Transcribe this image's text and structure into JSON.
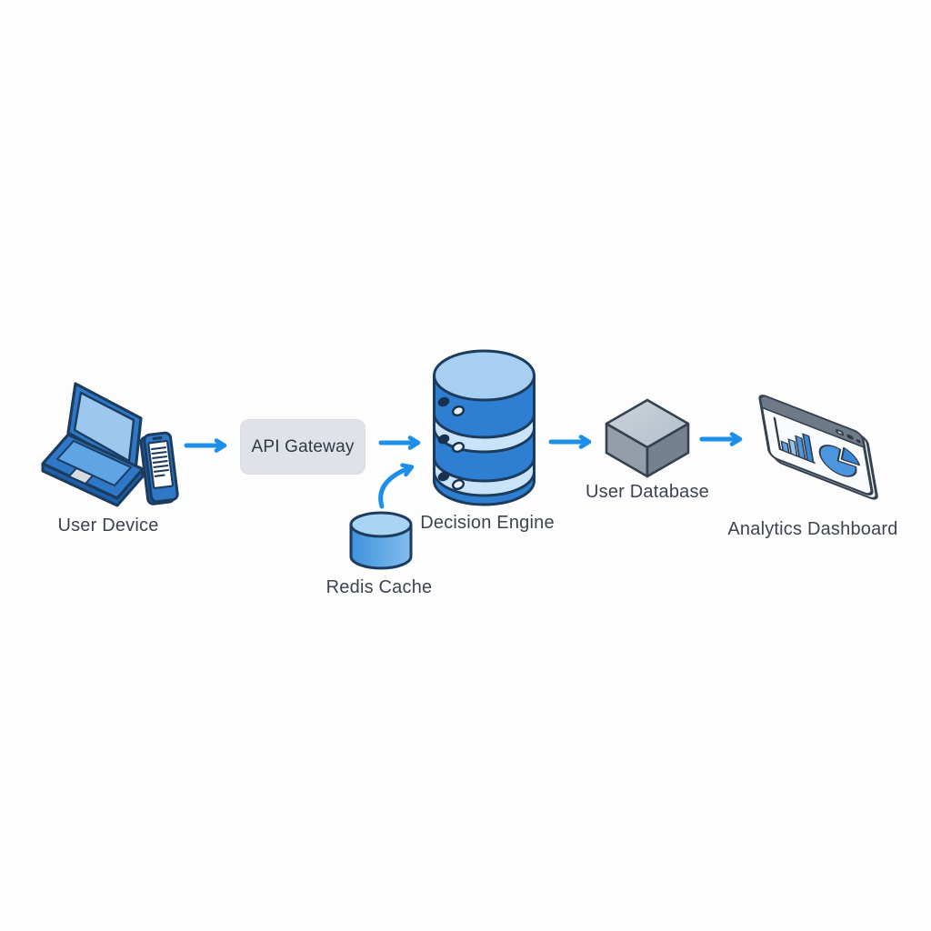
{
  "diagram": {
    "kind": "system-architecture-flow",
    "nodes": {
      "user_device": {
        "label": "User Device",
        "icon": "laptop-and-phone"
      },
      "api_gateway": {
        "label": "API Gateway",
        "shape": "rounded-gray-box"
      },
      "decision_engine": {
        "label": "Decision Engine",
        "icon": "database-stack"
      },
      "redis_cache": {
        "label": "Redis Cache",
        "icon": "small-cylinder"
      },
      "user_database": {
        "label": "User Database",
        "icon": "gray-cube"
      },
      "analytics_dashboard": {
        "label": "Analytics Dashboard",
        "icon": "browser-window-with-charts"
      }
    },
    "edges": [
      {
        "from": "User Device",
        "to": "API Gateway"
      },
      {
        "from": "API Gateway",
        "to": "Decision Engine"
      },
      {
        "from": "Redis Cache",
        "to": "Decision Engine"
      },
      {
        "from": "Decision Engine",
        "to": "User Database"
      },
      {
        "from": "User Database",
        "to": "Analytics Dashboard"
      }
    ],
    "colors": {
      "background": "#fdfdfe",
      "arrow": "#1e8fe8",
      "label_text": "#3c4450",
      "gateway_box_bg": "#dfe3e8",
      "gateway_box_text": "#2f3a45",
      "blue_outline": "#1c3c5e",
      "icon_blue": "#2e7fd1",
      "icon_light_blue": "#a6cff2",
      "band_blue": "#c9e3f8",
      "gray_outline": "#35414e",
      "cube_top": "#c4ccd5",
      "cube_left": "#939eaa",
      "cube_right": "#75818f",
      "browser_bar": "#6e7a88"
    }
  }
}
